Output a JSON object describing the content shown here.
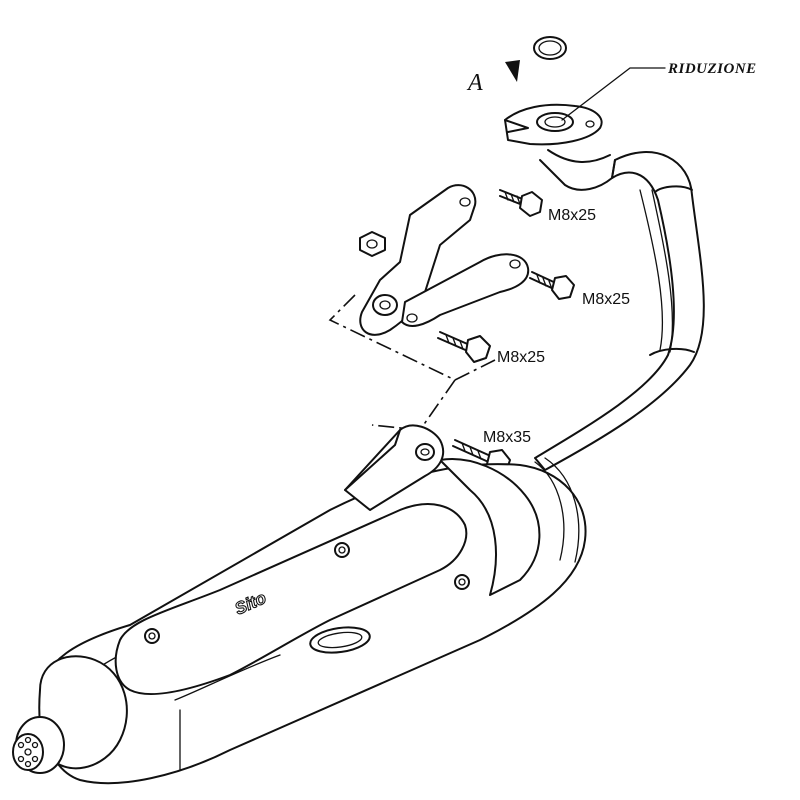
{
  "labels": {
    "view_marker": "A",
    "reduction": "RIDUZIONE",
    "bolt_upper": "M8x25",
    "bolt_right": "M8x25",
    "bolt_middle": "M8x25",
    "bolt_lower": "M8x35",
    "brand": "Sito"
  }
}
